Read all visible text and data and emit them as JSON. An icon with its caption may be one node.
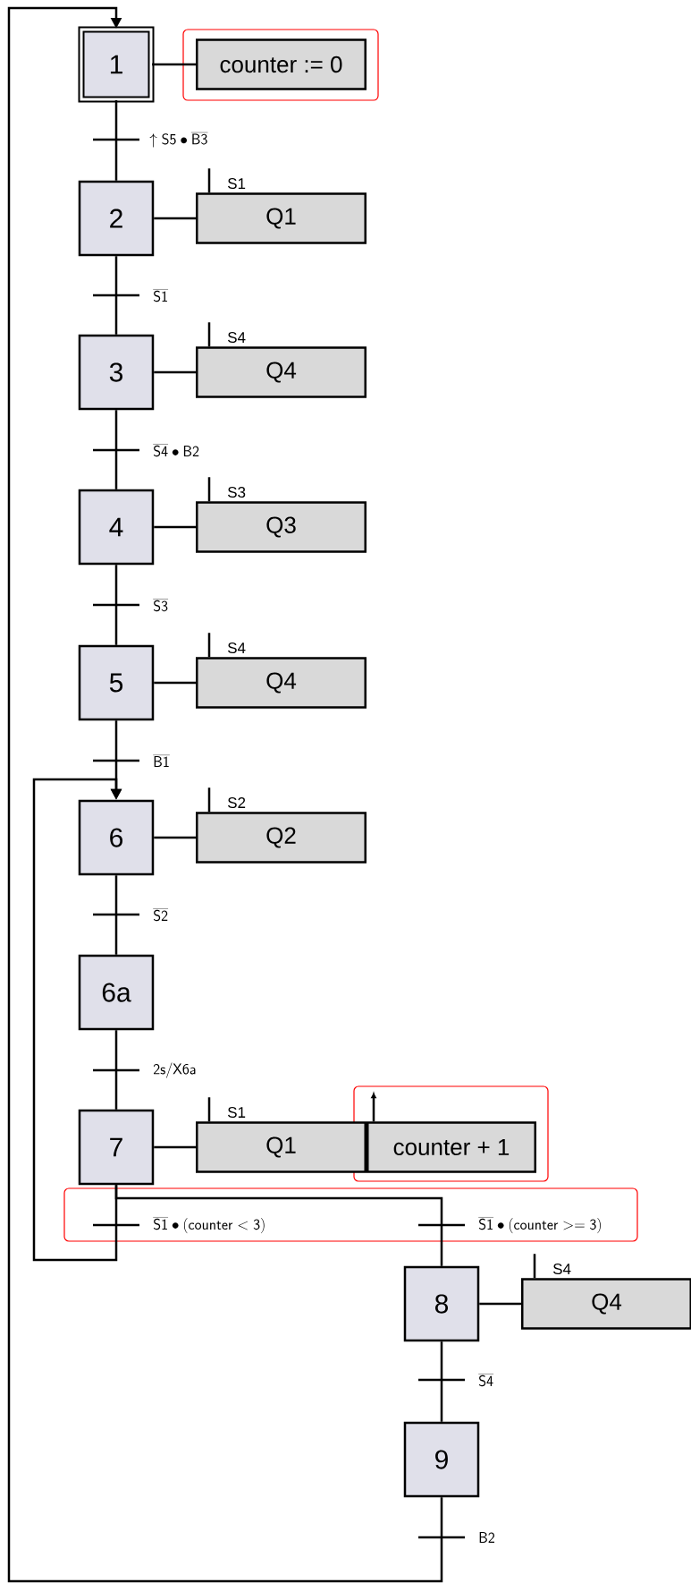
{
  "diagram": {
    "nodes": [
      {
        "text": [
          "1"
        ]
      },
      {
        "text": [
          "counter := 0"
        ]
      },
      {
        "text": [
          "2"
        ]
      },
      {
        "text": [
          "Q1"
        ],
        "beside": [
          "S1"
        ]
      },
      {
        "text": [
          "3"
        ]
      },
      {
        "text": [
          "Q4"
        ],
        "beside": [
          "S4"
        ]
      },
      {
        "text": [
          "4"
        ]
      },
      {
        "text": [
          "Q3"
        ],
        "beside": [
          "S3"
        ]
      },
      {
        "text": [
          "5"
        ]
      },
      {
        "text": [
          "Q4"
        ],
        "beside": [
          "S4"
        ]
      },
      {
        "text": [
          "6"
        ]
      },
      {
        "text": [
          "Q2"
        ],
        "beside": [
          "S2"
        ]
      },
      {
        "text": [
          "6a"
        ]
      },
      {
        "text": [
          "7"
        ]
      },
      {
        "text": [
          "Q1"
        ],
        "beside": [
          "S1"
        ]
      },
      {
        "text": [
          "counter + 1"
        ]
      },
      {
        "text": [
          "8"
        ]
      },
      {
        "text": [
          "Q4"
        ],
        "beside": [
          "S4"
        ]
      },
      {
        "text": [
          "9"
        ]
      }
    ],
    "edges": [
      {
        "from": 0,
        "to": 1,
        "arrow": "none"
      },
      {
        "from": 0,
        "to": 2,
        "arrow": "none",
        "label": "\\uparrow\\mathsf{S5}\\bullet\\overline{\\mathsf{B3}}"
      },
      {
        "from": 2,
        "to": 3,
        "arrow": "none"
      },
      {
        "from": 2,
        "to": 4,
        "arrow": "none",
        "label": "\\overline{\\mathsf{S1}}"
      },
      {
        "from": 4,
        "to": 5,
        "arrow": "none"
      },
      {
        "from": 4,
        "to": 6,
        "arrow": "none",
        "label": "\\overline{\\mathsf{S4}}\\bullet\\mathsf{B2}"
      },
      {
        "from": 6,
        "to": 7,
        "arrow": "none"
      },
      {
        "from": 6,
        "to": 8,
        "arrow": "none",
        "label": "\\overline{\\mathsf{S3}}"
      },
      {
        "from": 8,
        "to": 9,
        "arrow": "none"
      },
      {
        "from": 8,
        "to": 10,
        "arrow": "to",
        "label": "\\overline{\\mathsf{B1}}"
      },
      {
        "from": 10,
        "to": 11,
        "arrow": "none"
      },
      {
        "from": 10,
        "to": 12,
        "arrow": "none",
        "label": "\\overline{\\mathsf{S2}}"
      },
      {
        "from": 12,
        "to": 13,
        "arrow": "none",
        "label": "\\mathsf{2s/X6a}"
      },
      {
        "from": 13,
        "to": 14,
        "arrow": "none"
      },
      {
        "from": 13,
        "to": 10,
        "arrow": "to",
        "label": "\\overline{\\mathsf{S1}}\\bullet\\mathsf{(counter}<\\mathsf{3)}"
      },
      {
        "from": 13,
        "to": 16,
        "arrow": "none",
        "label": "\\overline{\\mathsf{S1}}\\bullet\\mathsf{(counter}\\ {>}{=}\\ \\mathsf{3)}"
      },
      {
        "from": 16,
        "to": 17,
        "arrow": "none"
      },
      {
        "from": 16,
        "to": 18,
        "arrow": "none",
        "label": "\\overline{\\mathsf{S4}}"
      },
      {
        "from": 18,
        "to": 0,
        "arrow": "to",
        "label": "\\mathsf{B2}"
      }
    ]
  }
}
